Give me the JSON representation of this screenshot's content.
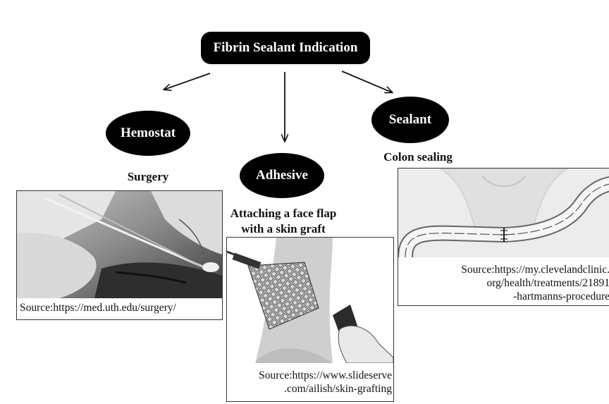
{
  "root": {
    "label": "Fibrin Sealant Indication"
  },
  "branches": [
    {
      "label": "Hemostat",
      "caption": "Surgery",
      "image_alt": "surgery-photo",
      "source_lines": [
        "Source:https://med.uth.edu/surgery/"
      ]
    },
    {
      "label": "Adhesive",
      "caption_lines": [
        "Attaching a face flap",
        "with a skin graft"
      ],
      "image_alt": "skin-graft-illustration",
      "source_lines": [
        "Source:https://www.slideserve",
        ".com/ailish/skin-grafting"
      ]
    },
    {
      "label": "Sealant",
      "caption": "Colon sealing",
      "image_alt": "colon-illustration",
      "source_lines": [
        "Source:https://my.clevelandclinic.",
        "org/health/treatments/21891",
        "-hartmanns-procedure"
      ]
    }
  ],
  "colors": {
    "node_fill": "#000000",
    "node_text": "#ffffff",
    "arrow": "#111111"
  }
}
